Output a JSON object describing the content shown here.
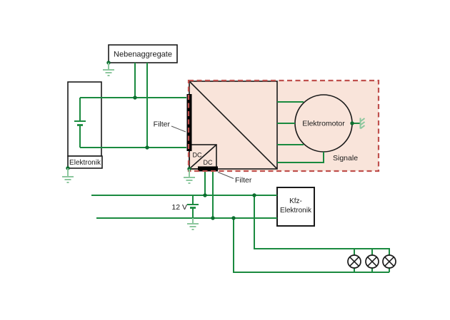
{
  "colors": {
    "background": "#ffffff",
    "wire_green": "#1a8a3f",
    "junction_dot": "#0c6e2f",
    "ground_green": "#8cc79e",
    "hv_region_fill": "#f9e4da",
    "hv_region_border": "#c0504d",
    "component_black": "#1a1a1a",
    "filter_bar": "#000000",
    "pointer_gray": "#555555"
  },
  "labels": {
    "nebenaggregate": "Nebenaggregate",
    "elektronik": "Elektronik",
    "filter_dc_link": "Filter",
    "filter_dc_dc": "Filter",
    "dc_top": "DC",
    "dc_bottom": "DC",
    "elektromotor": "Elektromotor",
    "signale": "Signale",
    "battery_12v": "12 V",
    "kfz_line1": "Kfz-",
    "kfz_line2": "Elektronik"
  }
}
